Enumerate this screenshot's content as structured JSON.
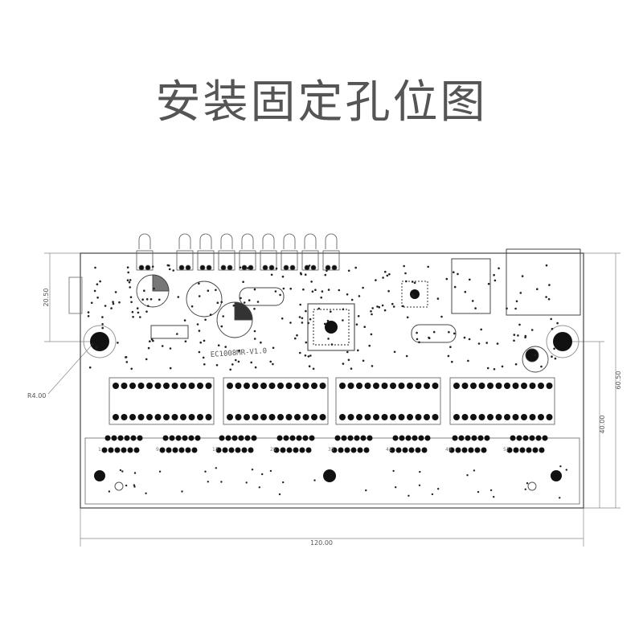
{
  "title": "安装固定孔位图",
  "board_label": "EC1008MR-V1.0",
  "dimensions": {
    "width": "120.00",
    "height": "60.50",
    "inner_height": "40.00",
    "left_offset": "20.50",
    "hole_radius": "R4.00"
  },
  "port_numbers": [
    "1",
    "9",
    "17",
    "25",
    "33",
    "41",
    "49",
    "57"
  ]
}
